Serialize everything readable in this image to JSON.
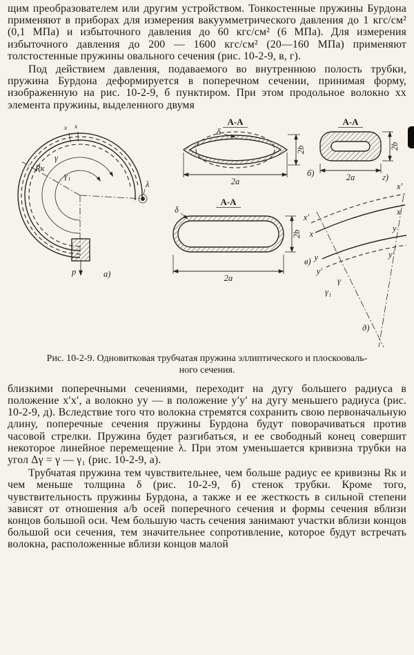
{
  "page": {
    "paper_color": "#f6f3ea",
    "ink_color": "#1b1712"
  },
  "paragraphs": {
    "p1": "щим преобразователем или другим устройством. Тонкостенные пружины Бурдона применяют в приборах для измерения вакуумметрического давления до 1 кгс/см² (0,1 МПа) и избыточного давления до 60 кгс/см² (6 МПа). Для измерения избыточного давления до 200 — 1600 кгс/см² (20—160 МПа) применяют толстостенные пружины овального сечения (рис. 10-2-9, в, г).",
    "p2": "Под действием давления, подаваемого во внутреннюю полость трубки, пружина Бурдона деформируется в поперечном сечении, принимая форму, изображенную на рис. 10-2-9, б пунктиром. При этом продольное волокно xx элемента пружины, выделенного двумя",
    "p3": "близкими поперечными сечениями, переходит на дугу большего радиуса в положение x′x′, а волокно yy — в положение y′y′ на дугу меньшего радиуса (рис. 10-2-9, д). Вследствие того что волокна стремятся сохранить свою первоначальную длину, поперечные сечения пружины Бурдона будут поворачиваться против часовой стрелки. Пружина будет разгибаться, и ее свободный конец совершит некоторое линейное перемещение λ. При этом уменьшается кривизна трубки на угол Δγ = γ — γ₁ (рис. 10-2-9, а).",
    "p4": "Трубчатая пружина тем чувствительнее, чем больше радиус ее кривизны Rк и чем меньше толщина δ (рис. 10-2-9, б) стенок трубки. Кроме того, чувствительность пружины Бурдона, а также и ее жесткость в сильной степени зависят от отношения a/b осей поперечного сечения и формы сечения вблизи концов большой оси. Чем большую часть сечения занимают участки вблизи концов большой оси сечения, тем значительнее сопротивление, которое будут встречать волокна, расположенные вблизи концов малой"
  },
  "figure": {
    "caption_line1": "Рис. 10-2-9. Одновитковая трубчатая пружина эллиптического и плоскооваль-",
    "caption_line2": "ного сечения.",
    "labels": {
      "section_aa": "А-А",
      "dim_2a": "2a",
      "dim_2b": "2b",
      "delta": "δ",
      "gamma": "γ",
      "gamma_1": "γ₁",
      "lambda": "λ",
      "pressure": "p",
      "radius_k": "Rк",
      "x": "x",
      "x_prime": "x′",
      "y": "y",
      "y_prime": "y′",
      "sub_a": "а)",
      "sub_b": "б)",
      "sub_v": "в)",
      "sub_g": "г)",
      "sub_d": "д)"
    }
  }
}
